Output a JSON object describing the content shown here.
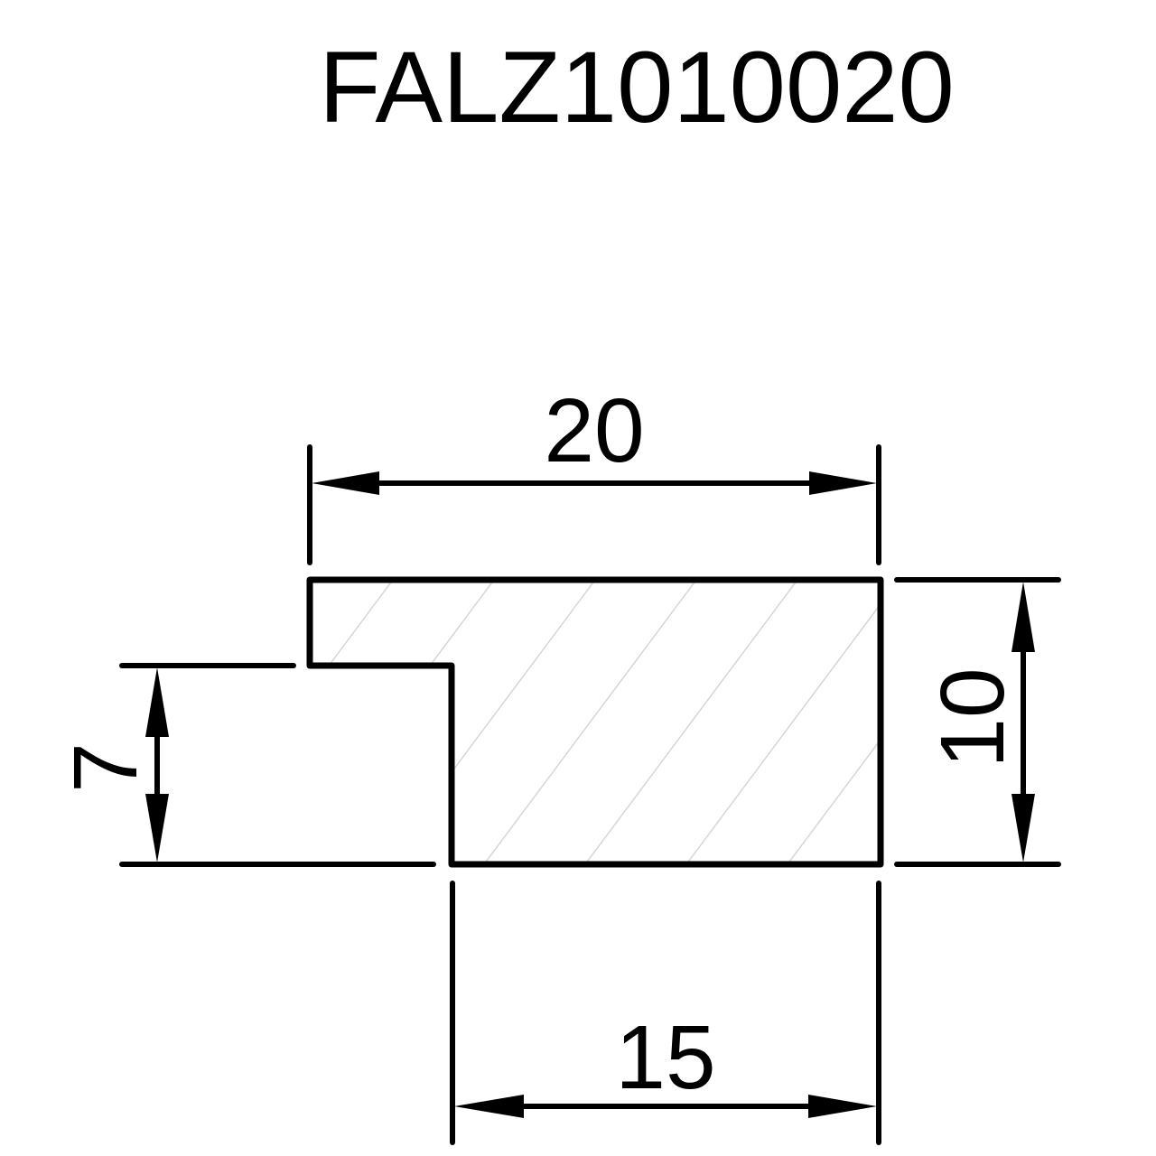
{
  "drawing": {
    "title": "FALZ1010020",
    "type": "profile cross-section technical drawing",
    "hatch_color": "#d6d6d6",
    "line_color": "#000000",
    "background": "#ffffff",
    "dimensions": {
      "overall_width": {
        "label": "20",
        "orientation": "horizontal",
        "position": "top"
      },
      "overall_height": {
        "label": "10",
        "orientation": "vertical",
        "position": "right"
      },
      "rebate_height": {
        "label": "7",
        "orientation": "vertical",
        "position": "left"
      },
      "rebate_width_remaining": {
        "label": "15",
        "orientation": "horizontal",
        "position": "bottom"
      }
    }
  }
}
